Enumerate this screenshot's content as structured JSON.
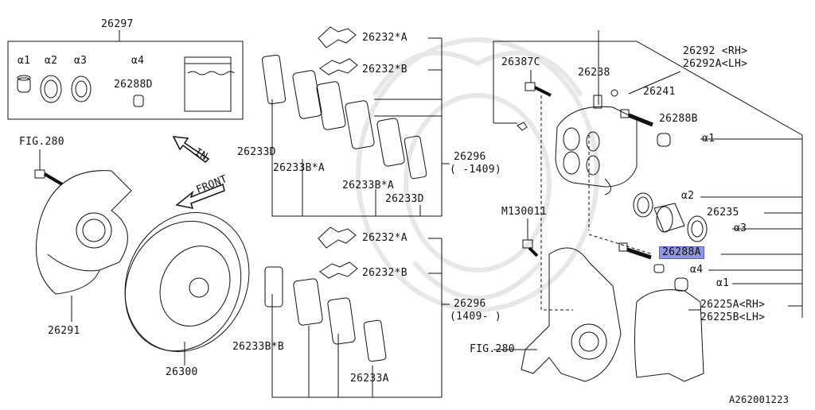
{
  "diagram_id": "A262001223",
  "kit": {
    "number": "26297",
    "items": [
      "α1",
      "α2",
      "α3",
      "α4"
    ],
    "item4_part": "26288D"
  },
  "refs": {
    "fig_top": "FIG.280",
    "fig_bottom": "FIG.280",
    "in": "IN",
    "front": "FRONT",
    "m_bolt": "M130011"
  },
  "upper_set": {
    "clip_a": "26232*A",
    "clip_b": "26232*B",
    "pad_d": "26233D",
    "pad_ba": "26233B*A",
    "pad_ba2": "26233B*A",
    "pad_d2": "26233D",
    "set_no": "26296",
    "set_range": "( -1409)"
  },
  "lower_set": {
    "clip_a": "26232*A",
    "clip_b": "26232*B",
    "pad_bb": "26233B*B",
    "pad_a": "26233A",
    "set_no": "26296",
    "set_range": "(1409- )"
  },
  "caliper": {
    "bleeder_bolt": "26387C",
    "bleeder": "26238",
    "cap": "26241",
    "assy_rh": "26292 <RH>",
    "assy_lh": "26292A<LH>",
    "pin_b": "26288B",
    "a1_top": "α1",
    "a2": "α2",
    "piston": "26235",
    "a3": "α3",
    "pin_a": "26288A",
    "a4": "α4",
    "a1_bot": "α1",
    "support_rh": "26225A<RH>",
    "support_lh": "26225B<LH>"
  },
  "rotor": {
    "shield": "26291",
    "disc": "26300"
  }
}
